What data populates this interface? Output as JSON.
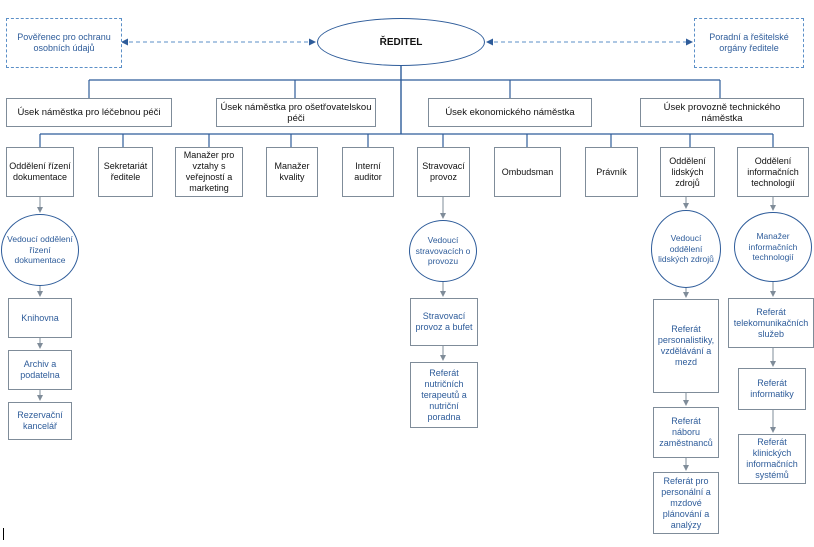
{
  "director": "ŘEDITEL",
  "side_left": "Pověřenec pro ochranu osobních údajů",
  "side_right": "Poradní a řešitelské orgány ředitele",
  "deputies": [
    "Úsek náměstka pro léčebnou péči",
    "Úsek náměstka pro ošetřovatelskou péči",
    "Úsek ekonomického náměstka",
    "Úsek provozně technického náměstka"
  ],
  "units": [
    "Oddělení řízení dokumentace",
    "Sekretariát ředitele",
    "Manažer pro vztahy s veřejností a marketing",
    "Manažer kvality",
    "Interní auditor",
    "Stravovací provoz",
    "Ombudsman",
    "Právník",
    "Oddělení lidských zdrojů",
    "Oddělení informačních technologií"
  ],
  "heads": {
    "dokumentace": "Vedoucí oddělení řízení dokumentace",
    "stravovani": "Vedoucí stravovacích o provozu",
    "lidske_zdroje": "Vedoucí oddělení lidských zdrojů",
    "it": "Manažer informačních technologií"
  },
  "sub": {
    "dokumentace": [
      "Knihovna",
      "Archiv a podatelna",
      "Rezervační kancelář"
    ],
    "stravovani": [
      "Stravovací provoz a bufet",
      "Referát nutričních terapeutů a nutriční poradna"
    ],
    "lidske_zdroje": [
      "Referát personalistiky, vzdělávání a mezd",
      "Referát náboru zaměstnanců",
      "Referát pro personální a mzdové plánování a analýzy"
    ],
    "it": [
      "Referát telekomunikačních služeb",
      "Referát informatiky",
      "Referát klinických informačních systémů"
    ]
  }
}
